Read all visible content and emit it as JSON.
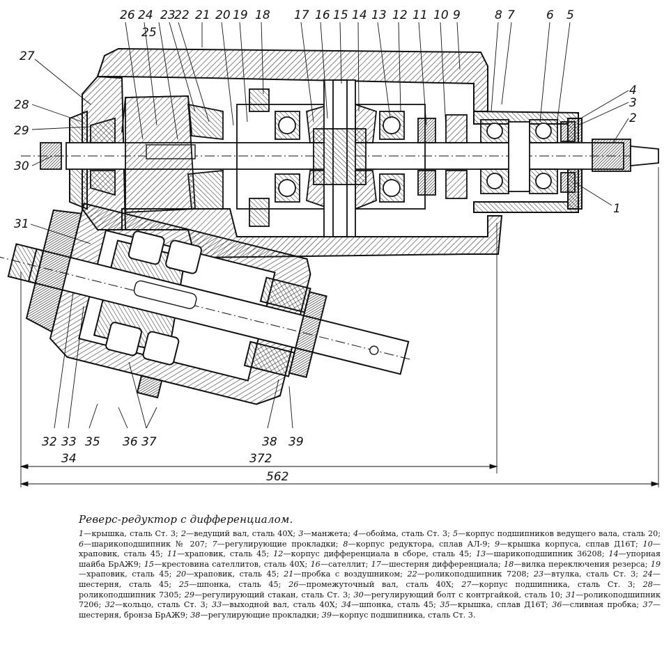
{
  "callouts": {
    "top": [
      "26",
      "24",
      "25",
      "23",
      "22",
      "21",
      "20",
      "19",
      "18",
      "17",
      "16",
      "15",
      "14",
      "13",
      "12",
      "11",
      "10",
      "9",
      "8",
      "7",
      "6",
      "5"
    ],
    "right": [
      "4",
      "3",
      "2",
      "1"
    ],
    "left": [
      "27",
      "28",
      "29",
      "30",
      "31"
    ],
    "bottom": [
      "32",
      "33",
      "34",
      "35",
      "36",
      "37",
      "38",
      "39"
    ]
  },
  "dimensions": {
    "inner": "372",
    "outer": "562"
  },
  "caption": {
    "title": "Реверс-редуктор с дифференциалом.",
    "legend": [
      {
        "n": "1",
        "t": "крышка, сталь Ст. 3;"
      },
      {
        "n": "2",
        "t": "ведущий вал, сталь 40Х;"
      },
      {
        "n": "3",
        "t": "манжета;"
      },
      {
        "n": "4",
        "t": "обойма, сталь Ст. 3;"
      },
      {
        "n": "5",
        "t": "корпус подшипников ведущего вала, сталь 20;"
      },
      {
        "n": "6",
        "t": "шарикоподшипник № 207;"
      },
      {
        "n": "7",
        "t": "регулирующие прокладки;"
      },
      {
        "n": "8",
        "t": "корпус редуктора, сплав АЛ-9;"
      },
      {
        "n": "9",
        "t": "крышка корпуса, сплав Д16Т;"
      },
      {
        "n": "10",
        "t": "храповик, сталь 45;"
      },
      {
        "n": "11",
        "t": "храповик, сталь 45;"
      },
      {
        "n": "12",
        "t": "корпус дифференциала в сборе, сталь 45;"
      },
      {
        "n": "13",
        "t": "шарикоподшипник 36208;"
      },
      {
        "n": "14",
        "t": "упорная шайба БрАЖ9;"
      },
      {
        "n": "15",
        "t": "крестовина сателлитов, сталь 40Х;"
      },
      {
        "n": "16",
        "t": "сателлит;"
      },
      {
        "n": "17",
        "t": "шестерня дифференциала;"
      },
      {
        "n": "18",
        "t": "вилка переключения резерса;"
      },
      {
        "n": "19",
        "t": "храповик, сталь 45;"
      },
      {
        "n": "20",
        "t": "храповик, сталь 45;"
      },
      {
        "n": "21",
        "t": "пробка с воздушником;"
      },
      {
        "n": "22",
        "t": "роликоподшипник 7208;"
      },
      {
        "n": "23",
        "t": "втулка, сталь Ст. 3;"
      },
      {
        "n": "24",
        "t": "шестерня, сталь 45;"
      },
      {
        "n": "25",
        "t": "шпонка, сталь 45;"
      },
      {
        "n": "26",
        "t": "промежуточный вал, сталь 40Х;"
      },
      {
        "n": "27",
        "t": "корпус подшипника, сталь Ст. 3;"
      },
      {
        "n": "28",
        "t": "роликоподшипник 7305;"
      },
      {
        "n": "29",
        "t": "регулирующий стакан, сталь Ст. 3;"
      },
      {
        "n": "30",
        "t": "регулирующий болт с контргайкой, сталь 10;"
      },
      {
        "n": "31",
        "t": "роликоподшипник 7206;"
      },
      {
        "n": "32",
        "t": "кольцо, сталь Ст. 3;"
      },
      {
        "n": "33",
        "t": "выходной вал, сталь 40Х;"
      },
      {
        "n": "34",
        "t": "шпонка, сталь 45;"
      },
      {
        "n": "35",
        "t": "крышка, сплав Д16Т;"
      },
      {
        "n": "36",
        "t": "сливная пробка;"
      },
      {
        "n": "37",
        "t": "шестерня, бронза БрАЖ9;"
      },
      {
        "n": "38",
        "t": "регулирующие прокладки;"
      },
      {
        "n": "39",
        "t": "корпус подшипника, сталь Ст. 3."
      }
    ]
  }
}
